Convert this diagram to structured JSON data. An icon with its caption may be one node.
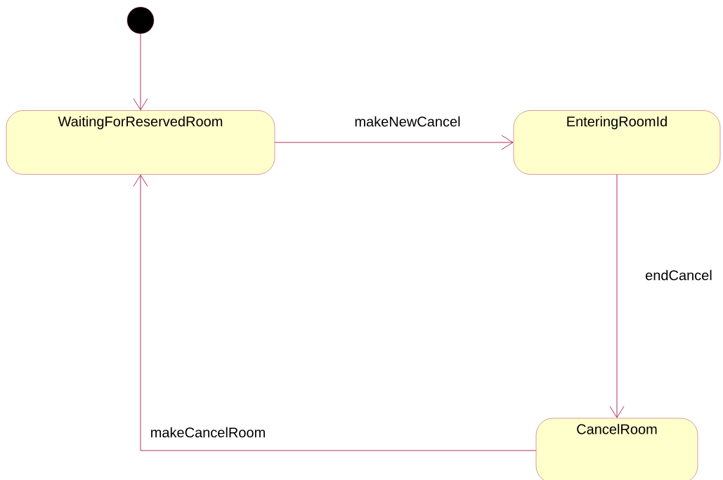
{
  "diagram": {
    "nodes": [
      {
        "text": [],
        "shape": "circle"
      },
      {
        "text": [
          "WaitingForReservedRoom"
        ]
      },
      {
        "text": [
          "EnteringRoomId"
        ]
      },
      {
        "text": [
          "CancelRoom"
        ]
      }
    ],
    "edges": [
      {
        "from": 0,
        "to": 1,
        "arrow": "to"
      },
      {
        "from": 1,
        "to": 2,
        "arrow": "to",
        "label": "makeNewCancel"
      },
      {
        "from": 2,
        "to": 3,
        "arrow": "to",
        "label": "endCancel"
      },
      {
        "from": 3,
        "to": 1,
        "arrow": "to",
        "label": "makeCancelRoom"
      }
    ]
  }
}
